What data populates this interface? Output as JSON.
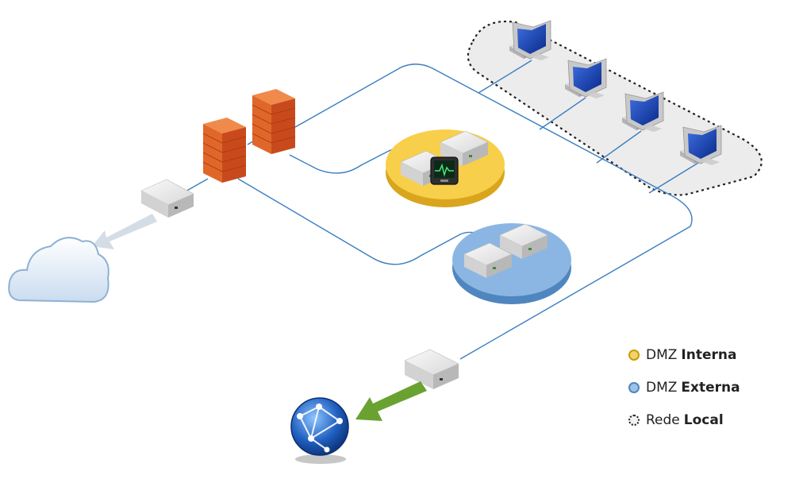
{
  "legend": {
    "items": [
      {
        "prefix": "DMZ",
        "bold": "Interna",
        "color": "#f4d267",
        "icon": "yellow-circle-icon"
      },
      {
        "prefix": "DMZ",
        "bold": "Externa",
        "color": "#9ec2e6",
        "icon": "blue-circle-icon"
      },
      {
        "prefix": "Rede",
        "bold": "Local",
        "color": "#f2f2f2",
        "icon": "dotted-circle-icon"
      }
    ]
  },
  "colors": {
    "link": "#3a7ec0",
    "firewall": "#e0672a",
    "internet_arrow": "#6aa232",
    "cloud_arrow": "#d4dde6",
    "dmz_interna": "#f7cf4a",
    "dmz_externa": "#8bb6e3",
    "local_zone": "#ececec"
  },
  "icons": {
    "cloud": "cloud-icon",
    "globe": "globe-icon",
    "firewall": "brick-firewall-icon",
    "server": "server-icon",
    "router": "router-icon",
    "computer": "desktop-computer-icon",
    "monitor": "activity-monitor-icon"
  }
}
